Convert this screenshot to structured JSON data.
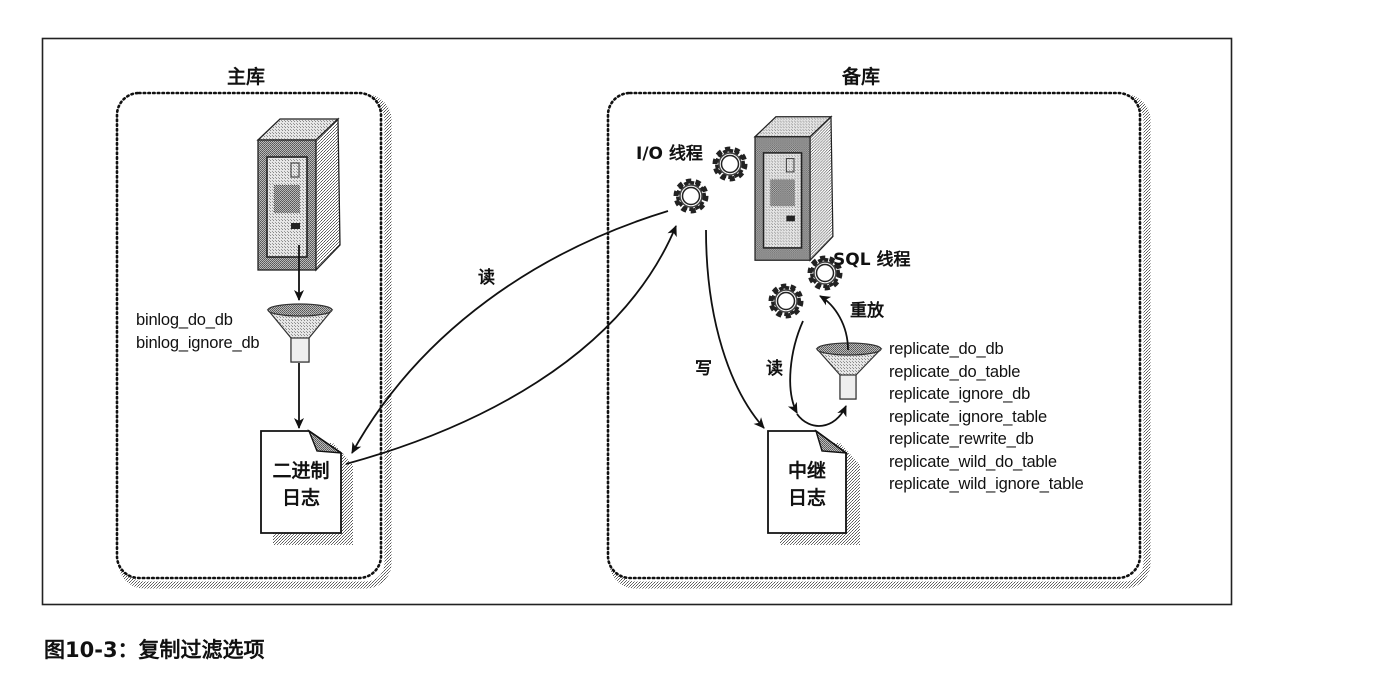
{
  "figure": {
    "caption": "图10-3：复制过滤选项",
    "master": {
      "title": "主库",
      "server_icon": "server-icon",
      "filter_icon": "funnel-icon",
      "filter_options": [
        "binlog_do_db",
        "binlog_ignore_db"
      ],
      "log_document": {
        "line1": "二进制",
        "line2": "日志"
      }
    },
    "replica": {
      "title": "备库",
      "server_icon": "server-icon",
      "io_thread_label": "I/O 线程",
      "sql_thread_label": "SQL 线程",
      "replay_label": "重放",
      "filter_icon": "funnel-icon",
      "filter_options": [
        "replicate_do_db",
        "replicate_do_table",
        "replicate_ignore_db",
        "replicate_ignore_table",
        "replicate_rewrite_db",
        "replicate_wild_do_table",
        "replicate_wild_ignore_table"
      ],
      "log_document": {
        "line1": "中继",
        "line2": "日志"
      }
    },
    "arrows": {
      "io_read_label": "读",
      "write_label": "写",
      "sql_read_label": "读"
    },
    "colors": {
      "ink": "#111111",
      "shadow": "#9a9a9a",
      "server_gray": "#b8b8b8",
      "funnel_gray": "#d4d4d4"
    }
  }
}
